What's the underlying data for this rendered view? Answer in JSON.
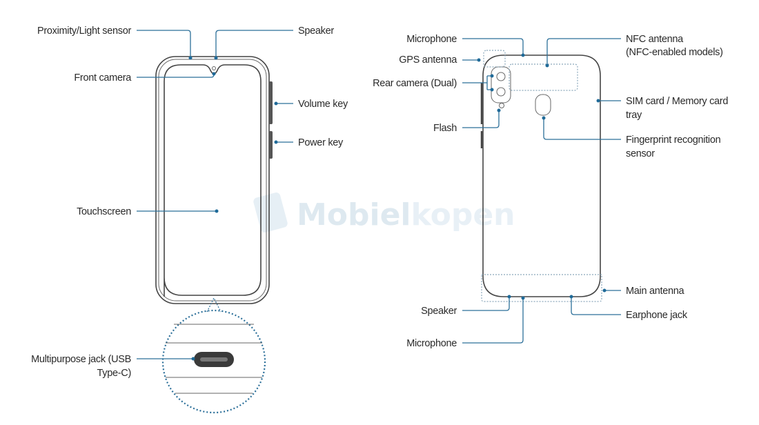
{
  "watermark": {
    "brand_part1": "Mobiel",
    "brand_part2": "kopen"
  },
  "front": {
    "proximity": "Proximity/Light sensor",
    "speaker": "Speaker",
    "front_camera": "Front camera",
    "volume_key": "Volume key",
    "power_key": "Power key",
    "touchscreen": "Touchscreen",
    "jack_line1": "Multipurpose jack (USB",
    "jack_line2": "Type-C)"
  },
  "back": {
    "microphone_top": "Microphone",
    "gps": "GPS antenna",
    "rear_camera": "Rear camera (Dual)",
    "flash": "Flash",
    "nfc_line1": "NFC antenna",
    "nfc_line2": "(NFC-enabled models)",
    "sim_line1": "SIM card / Memory card",
    "sim_line2": "tray",
    "fingerprint_line1": "Fingerprint recognition",
    "fingerprint_line2": "sensor",
    "main_antenna": "Main antenna",
    "speaker": "Speaker",
    "earphone": "Earphone jack",
    "microphone_bottom": "Microphone"
  }
}
